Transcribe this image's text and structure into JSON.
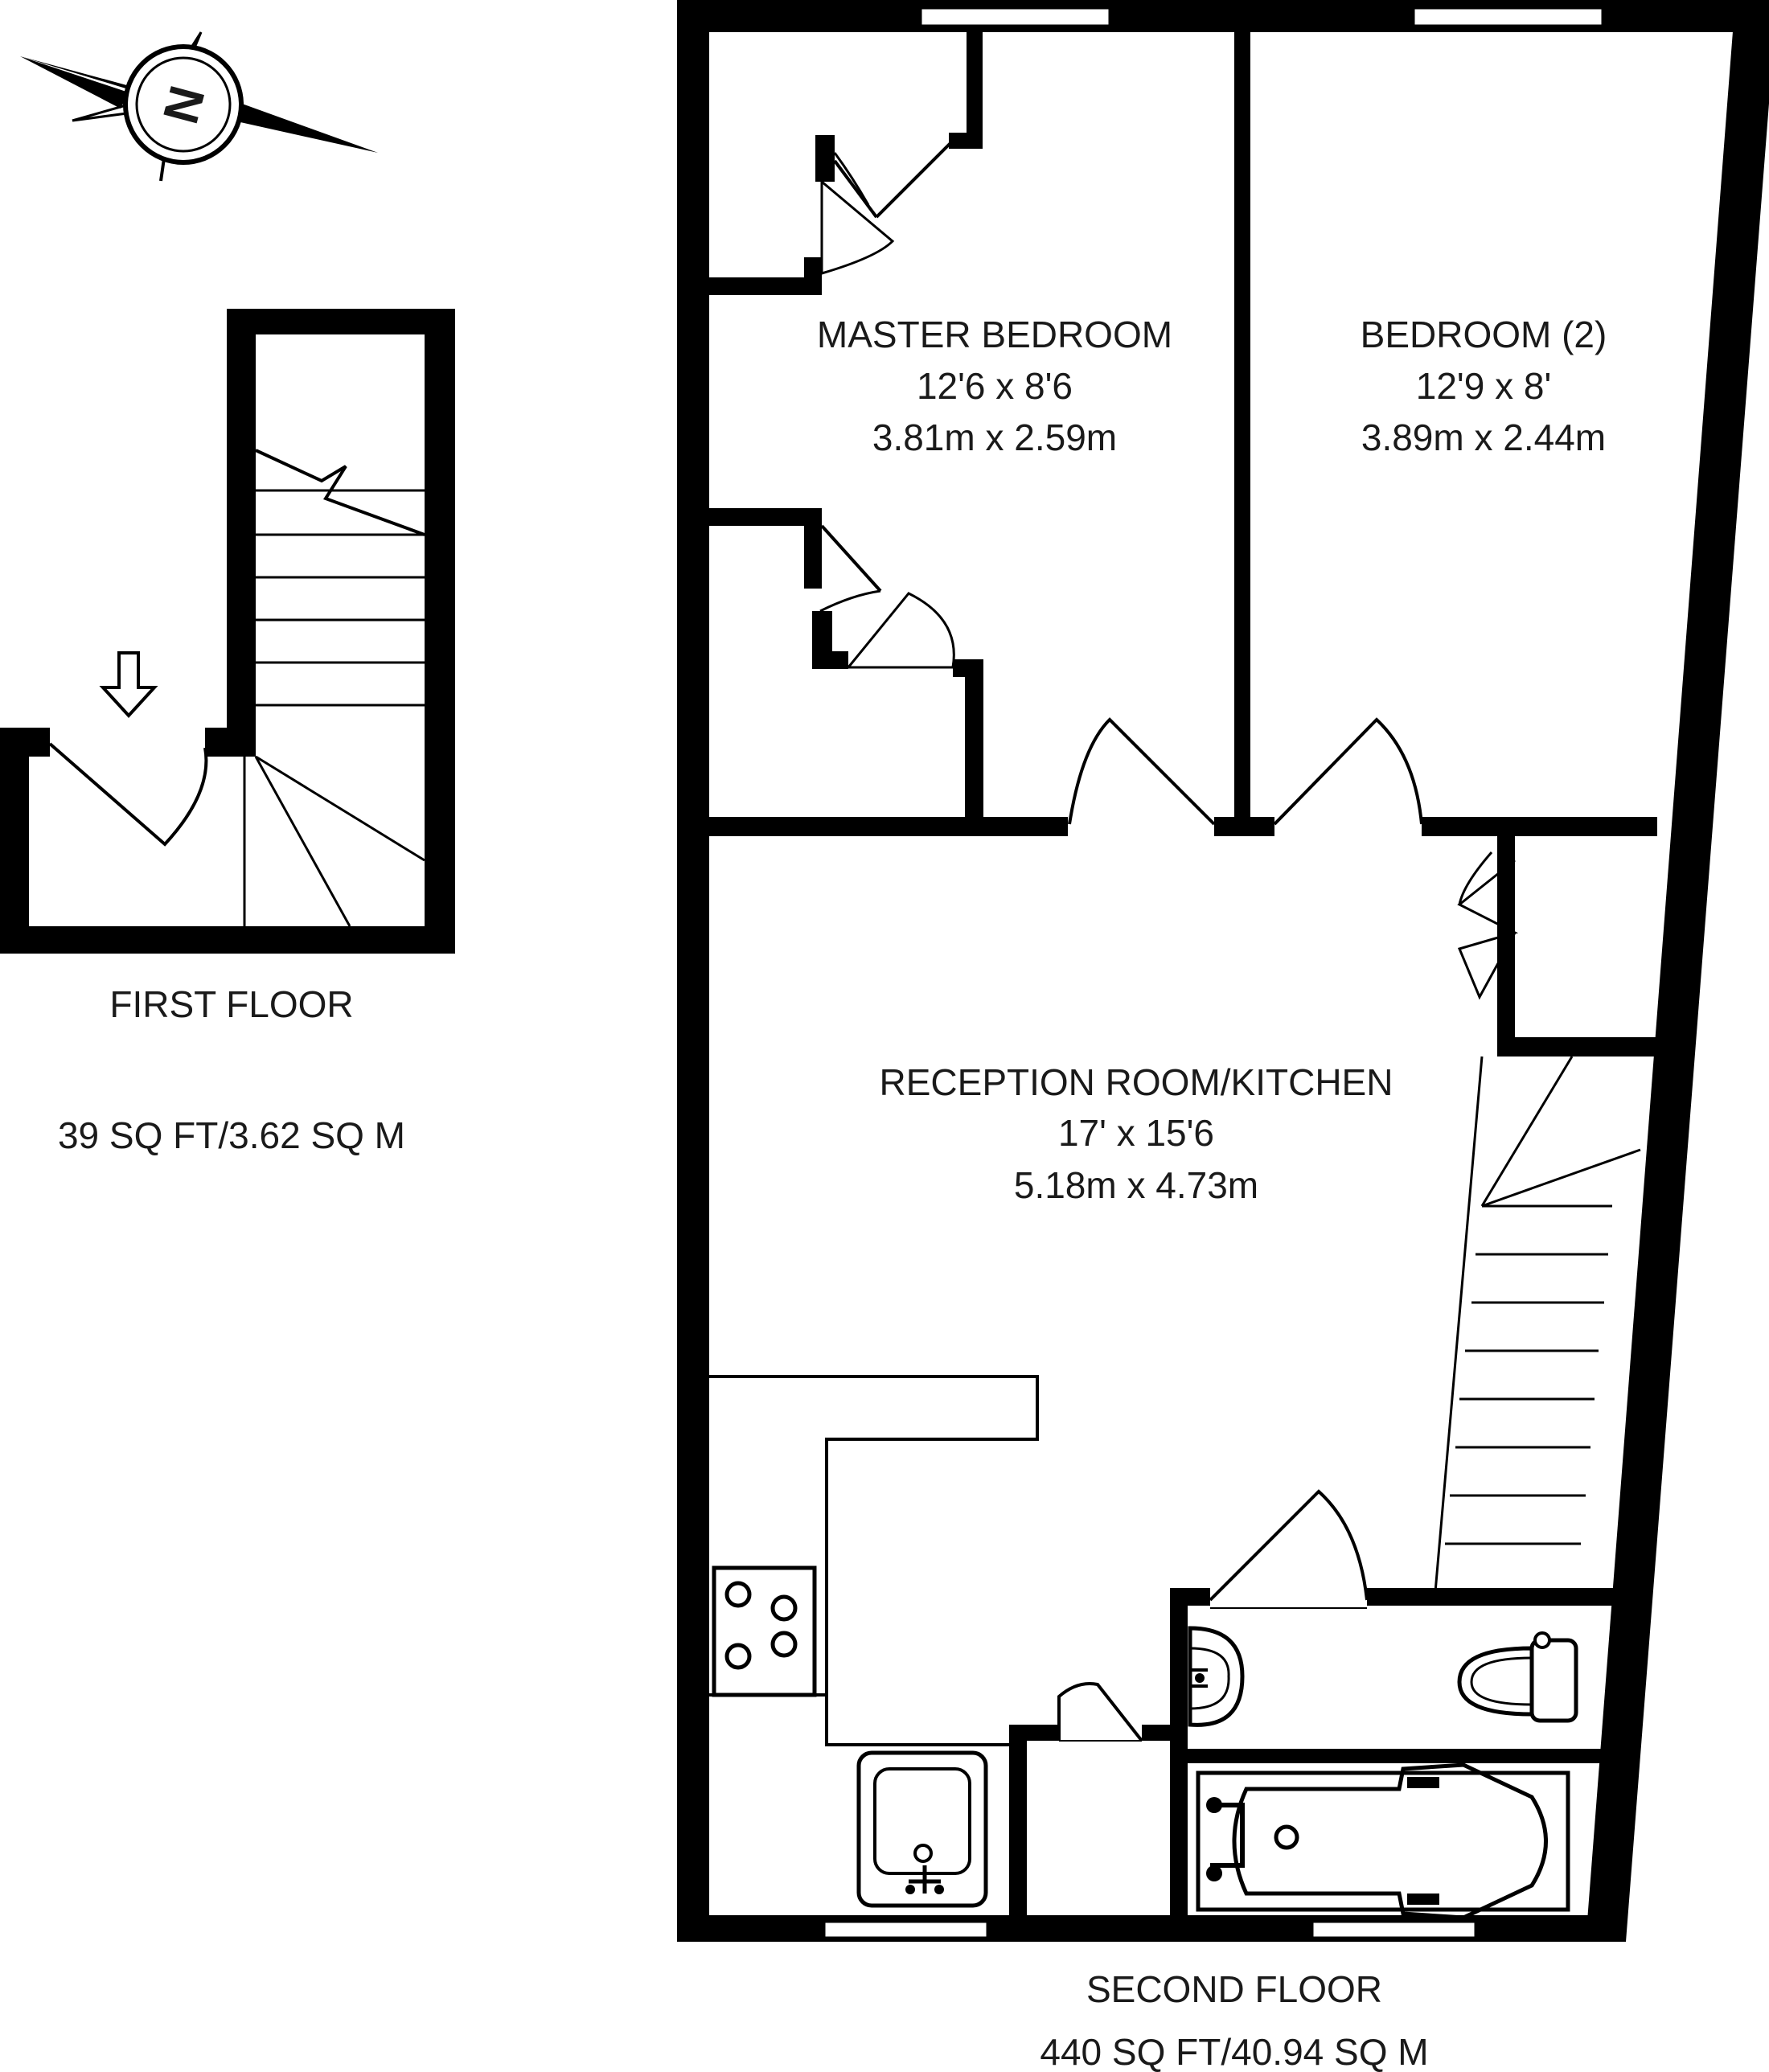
{
  "compass": {
    "letter": "N",
    "icon": "compass-north-icon"
  },
  "first_floor": {
    "title": "FIRST FLOOR",
    "area": "39 SQ FT/3.62 SQ M"
  },
  "second_floor": {
    "title": "SECOND FLOOR",
    "area": "440 SQ FT/40.94 SQ M"
  },
  "rooms": {
    "master_bedroom": {
      "name": "MASTER BEDROOM",
      "imperial": "12'6 x 8'6",
      "metric": "3.81m x 2.59m"
    },
    "bedroom_2": {
      "name": "BEDROOM (2)",
      "imperial": "12'9 x 8'",
      "metric": "3.89m x 2.44m"
    },
    "reception": {
      "name": "RECEPTION ROOM/KITCHEN",
      "imperial": "17' x 15'6",
      "metric": "5.18m x 4.73m"
    }
  },
  "icons": {
    "entrance": "entrance-arrow-icon",
    "hob": "hob-icon",
    "sink": "kitchen-sink-icon",
    "basin": "basin-icon",
    "toilet": "toilet-icon",
    "bath": "bath-icon"
  },
  "colors": {
    "wall": "#000000",
    "background": "#ffffff"
  }
}
